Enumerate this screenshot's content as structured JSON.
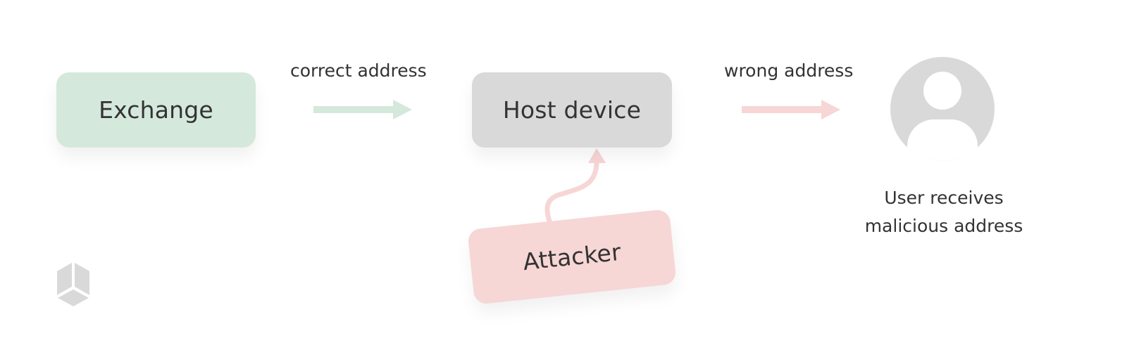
{
  "nodes": {
    "exchange": {
      "label": "Exchange",
      "color": "#d5e8dc"
    },
    "host_device": {
      "label": "Host device",
      "color": "#d9d9d9"
    },
    "attacker": {
      "label": "Attacker",
      "color": "#f7d6d6"
    },
    "user": {
      "icon": "user-avatar-icon",
      "color": "#d9d9d9",
      "caption_line1": "User receives",
      "caption_line2": "malicious address"
    }
  },
  "edges": {
    "exchange_to_host": {
      "label": "correct address",
      "color": "#d5e8dc"
    },
    "host_to_user": {
      "label": "wrong address",
      "color": "#f7d6d6"
    },
    "attacker_to_host": {
      "label": "",
      "color": "#f7d6d6"
    }
  },
  "logo": {
    "icon": "brand-logo-icon",
    "color": "#d9d9d9"
  }
}
